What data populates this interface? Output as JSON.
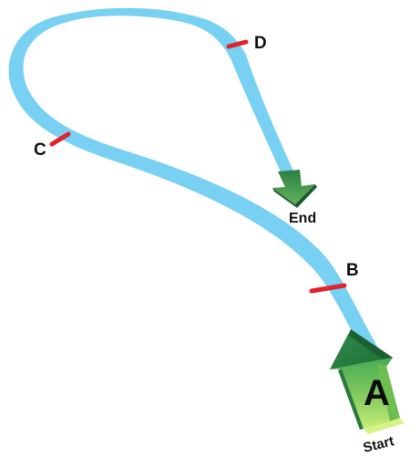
{
  "diagram": {
    "checkpoints": [
      {
        "id": "b",
        "label": "B"
      },
      {
        "id": "c",
        "label": "C"
      },
      {
        "id": "d",
        "label": "D"
      }
    ],
    "start_arrow": {
      "letter": "A",
      "label": "Start"
    },
    "end_arrow": {
      "label": "End"
    }
  },
  "colors": {
    "track": "#78d0f2",
    "checkpoint_marker": "#e0242c",
    "arrow_green": "#3d9a4e",
    "arrow_light_green": "#9bd96a"
  },
  "icons": {
    "start": "start-arrow-icon",
    "end": "end-arrow-icon"
  }
}
